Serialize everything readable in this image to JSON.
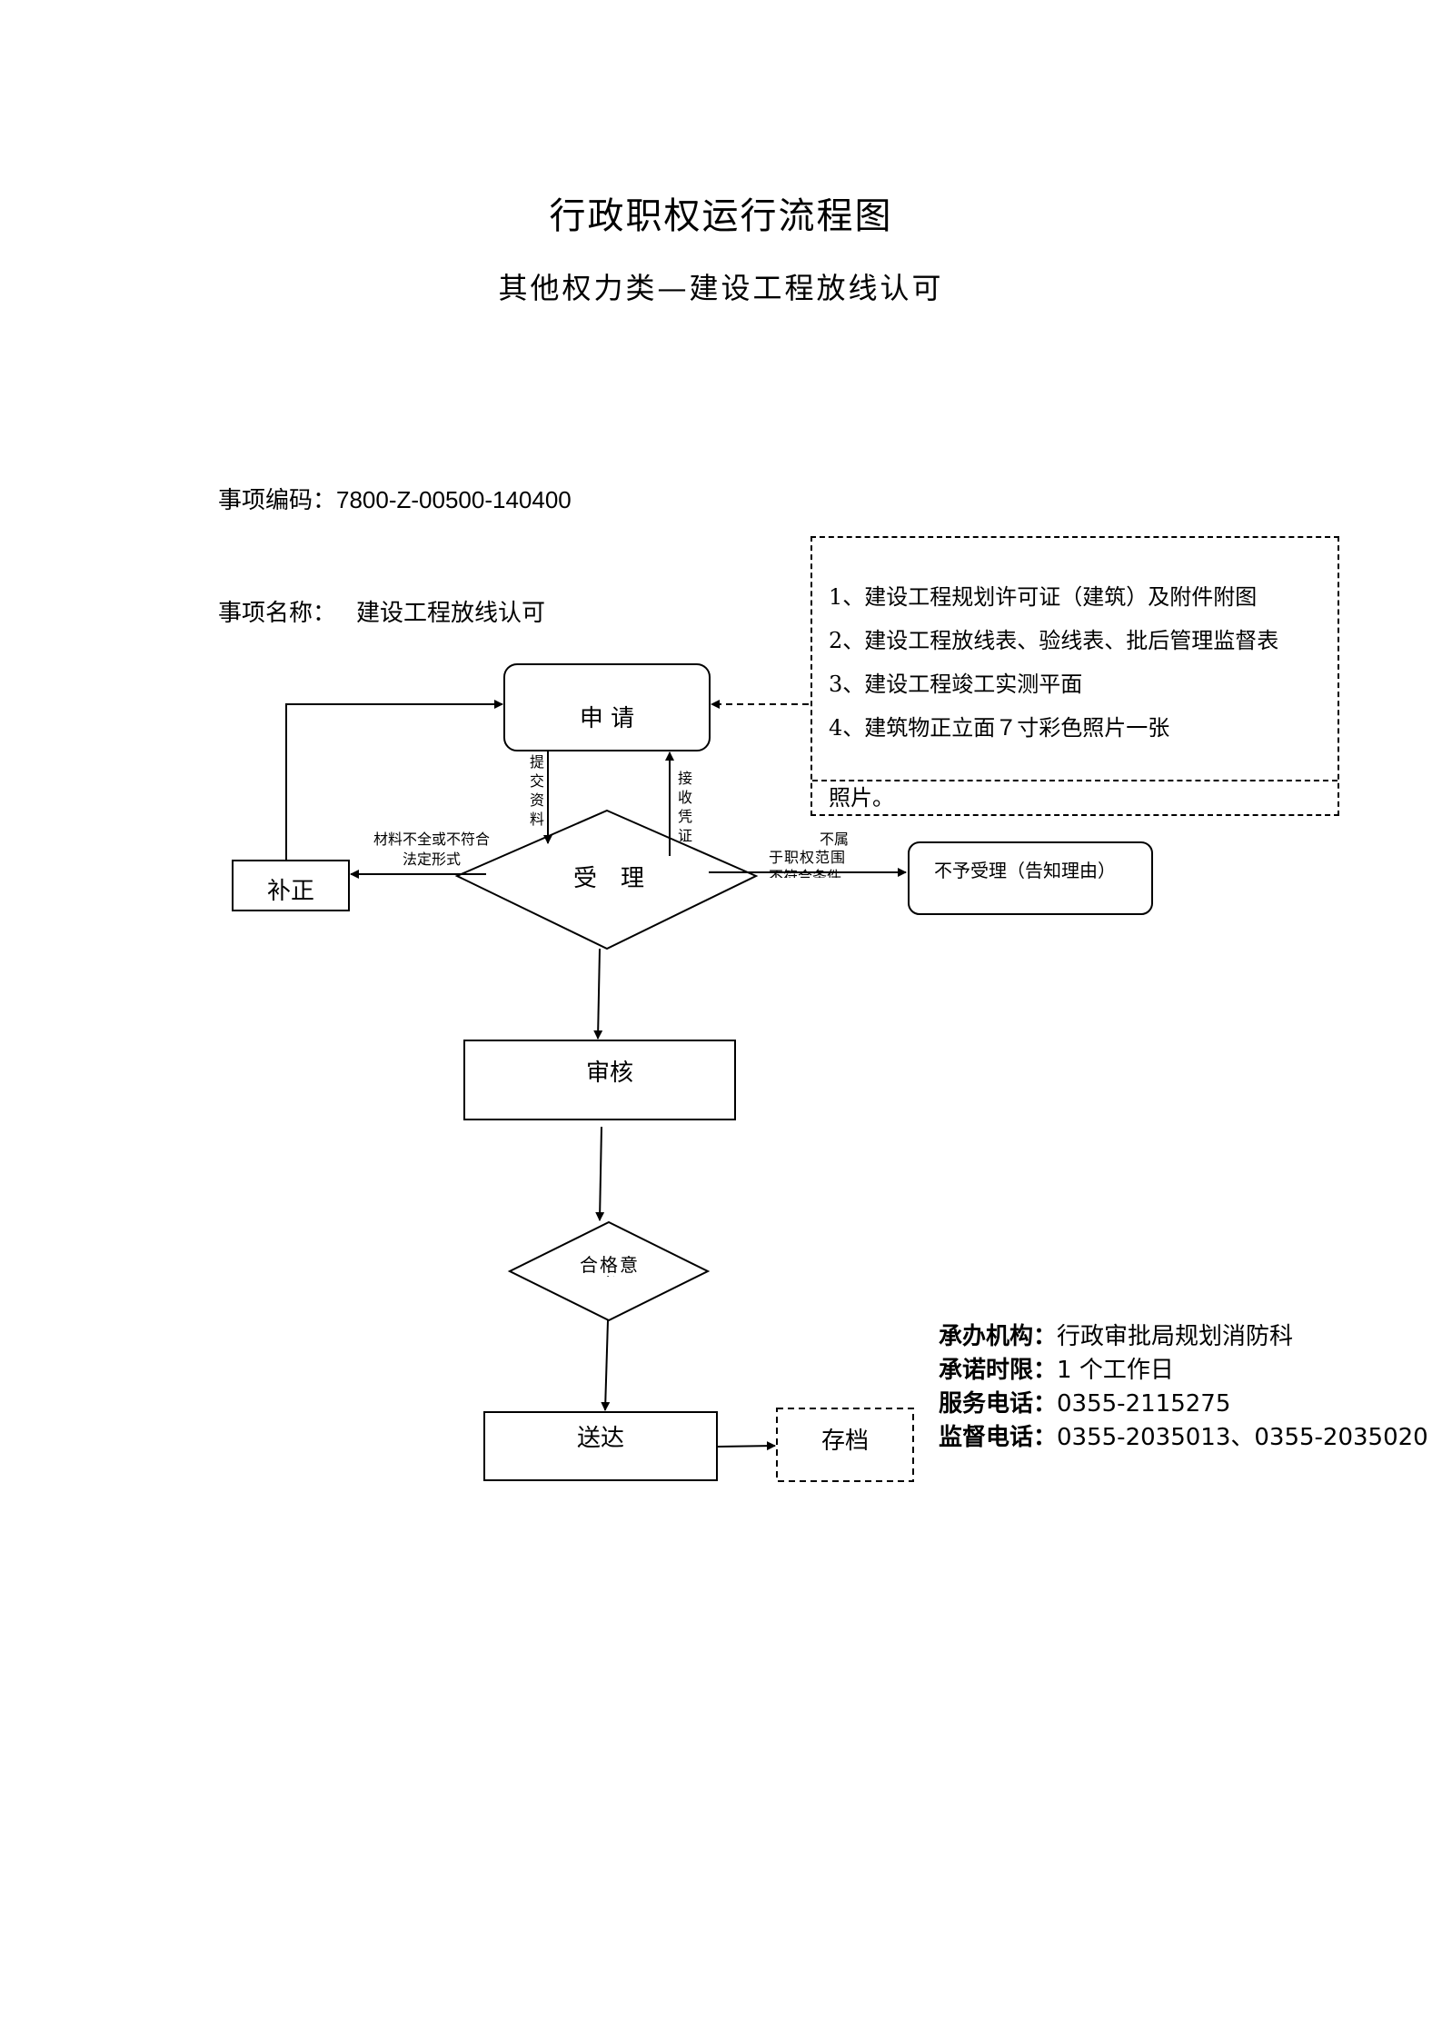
{
  "header": {
    "title": "行政职权运行流程图",
    "subtitle": "其他权力类—建设工程放线认可"
  },
  "item": {
    "code_label": "事项编码：",
    "code_value": "7800-Z-00500-140400",
    "name_label": "事项名称：",
    "name_value": "建设工程放线认可"
  },
  "materials": [
    "1、建设工程规划许可证（建筑）及附件附图",
    "2、建设工程放线表、验线表、批后管理监督表",
    "3、建设工程竣工实测平面",
    "4、建筑物正立面７寸彩色照片一张",
    "照片。"
  ],
  "nodes": {
    "apply": "申 请",
    "accept": "受　理",
    "correct": "补正",
    "reject": "不予受理（告知理由）",
    "review": "审核",
    "opinion": "合格意见书",
    "deliver": "送达",
    "archive": "存档"
  },
  "edge_labels": {
    "submit": "提交资料",
    "receipt": "接收凭证",
    "incomplete_1": "材料不全或不符合",
    "incomplete_2": "法定形式",
    "out_of_scope_1": "不属",
    "out_of_scope_2": "于职权范围",
    "out_of_scope_3": "不符合条件"
  },
  "info": {
    "org_label": "承办机构：",
    "org_value": "行政审批局规划消防科",
    "limit_label": "承诺时限：",
    "limit_value": "1 个工作日",
    "phone_label": "服务电话：",
    "phone_value": "0355-2115275",
    "supervise_label": "监督电话：",
    "supervise_value": "0355-2035013、0355-2035020"
  }
}
